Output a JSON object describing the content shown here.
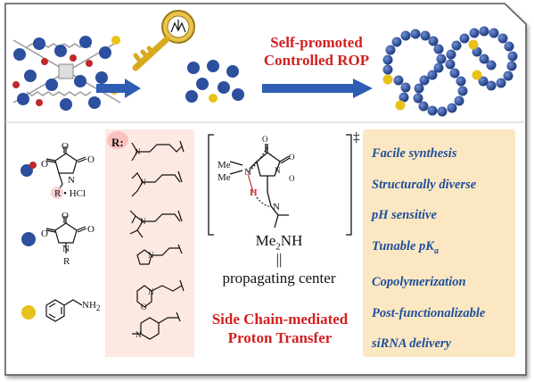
{
  "titles": {
    "line1": "Self-promoted",
    "line2": "Controlled ROP"
  },
  "mechanism": {
    "dagger": "‡",
    "me1": "Me",
    "me2": "Me",
    "n_label": "N",
    "h_label": "H",
    "n2_label": "N",
    "amine_formula_main": "Me",
    "amine_formula_sub": "2",
    "amine_formula_end": "NH",
    "equals": "||",
    "propagating": "propagating center",
    "caption_line1": "Side Chain-mediated",
    "caption_line2": "Proton Transfer"
  },
  "monomers": {
    "r_hcl_label": "R",
    "hcl_suffix": "• HCl",
    "r_label": "R",
    "nh2_label": "NH",
    "nh2_sub": "2",
    "o_label": "O",
    "n_label": "N"
  },
  "r_groups": {
    "header": "R:"
  },
  "features": [
    {
      "text": "Facile synthesis"
    },
    {
      "text": "Structurally diverse"
    },
    {
      "text": "pH sensitive"
    },
    {
      "text": "Tunable pK",
      "sub": "a"
    },
    {
      "text": "Copolymerization"
    },
    {
      "text": "Post-functionalizable"
    },
    {
      "text": "siRNA delivery"
    }
  ],
  "colors": {
    "accent_red": "#d32020",
    "feature_blue": "#1f4e9c",
    "feature_bg": "#fbe8c2",
    "r_panel_bg": "#fce9e2",
    "sphere_blue": "#2c4f9e",
    "sphere_yellow": "#e8c21a",
    "sphere_red": "#c0282c",
    "arrow_blue": "#2f5db4",
    "key_gold": "#d8aa1e"
  },
  "icons": [
    "key-icon",
    "blue-arrow-icon",
    "polymer-chain-icon",
    "crystal-lattice-icon"
  ]
}
